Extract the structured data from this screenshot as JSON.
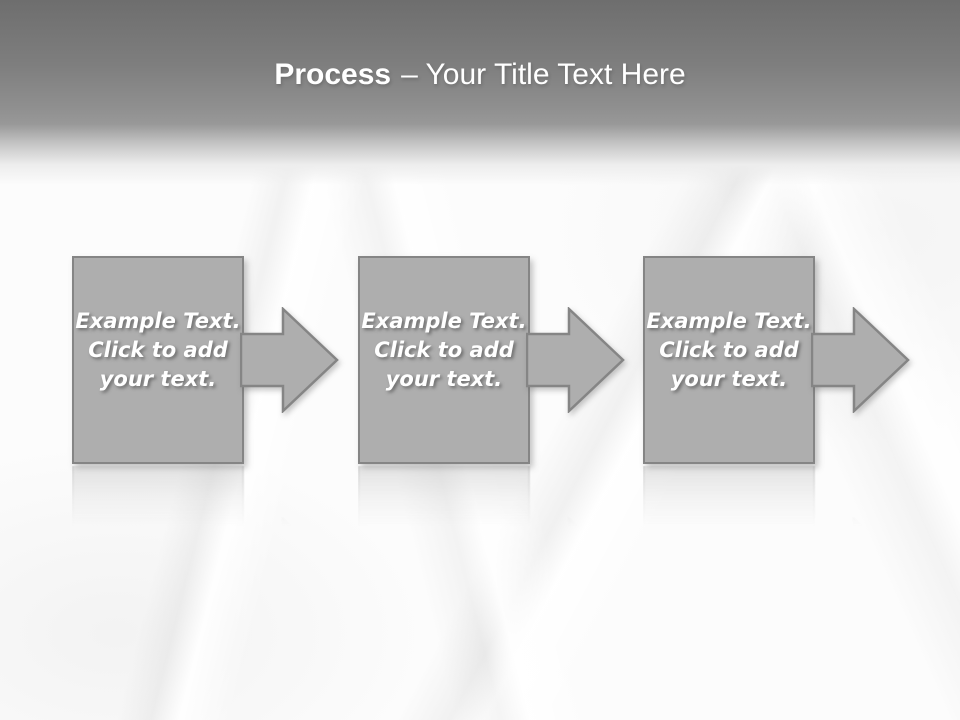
{
  "theme": {
    "header_top": "#6e6e6e",
    "header_mid": "#989898",
    "shape_fill": "#aeaeae",
    "shape_border": "#858585",
    "slide_text": "#ffffff"
  },
  "title": {
    "bold": "Process",
    "rest": "– Your Title Text Here"
  },
  "steps": [
    {
      "lines": [
        "Example Text.",
        "Click to add",
        "your text."
      ]
    },
    {
      "lines": [
        "Example Text.",
        "Click to add",
        "your text."
      ]
    },
    {
      "lines": [
        "Example Text.",
        "Click to add",
        "your text."
      ]
    }
  ]
}
